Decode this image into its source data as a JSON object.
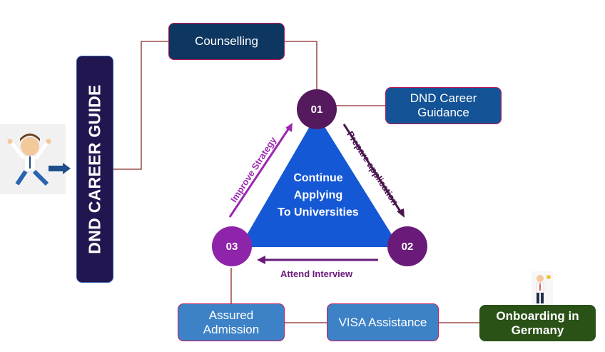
{
  "sidebar": {
    "title": "DND CAREER GUIDE"
  },
  "steps": {
    "counselling": "Counselling",
    "career_guidance_line1": "DND Career",
    "career_guidance_line2": "Guidance",
    "assured_line1": "Assured",
    "assured_line2": "Admission",
    "visa": "VISA Assistance",
    "onboarding_line1": "Onboarding in",
    "onboarding_line2": "Germany"
  },
  "cycle": {
    "center_line1": "Continue",
    "center_line2": "Applying",
    "center_line3": "To Universities",
    "nodes": [
      "01",
      "02",
      "03"
    ],
    "arrows": {
      "prepare": "Prepare application",
      "attend": "Attend Interview",
      "improve": "Improve Strategy"
    }
  },
  "icons": {
    "start": "happy-running-man-icon",
    "arrow": "right-arrow-icon",
    "end": "success-man-trophy-icon"
  },
  "colors": {
    "connector": "#8b2a2a",
    "triangle": "#1558d6",
    "node_01": "#551a5e",
    "node_02": "#6a1b7a",
    "node_03": "#8e24aa"
  }
}
